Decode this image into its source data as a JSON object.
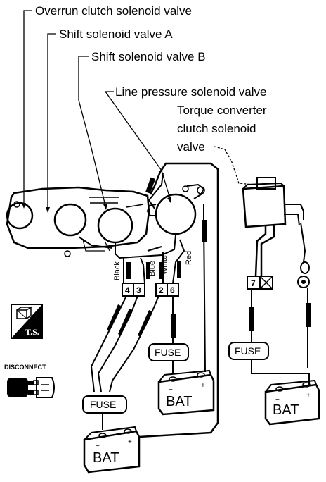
{
  "callouts": {
    "overrun": "Overrun clutch solenoid valve",
    "shift_a": "Shift solenoid valve A",
    "shift_b": "Shift solenoid valve B",
    "line_pressure": "Line pressure solenoid valve",
    "tcc_line1": "Torque converter",
    "tcc_line2": "clutch solenoid",
    "tcc_line3": "valve"
  },
  "wires": {
    "black": "Black",
    "blue": "Blue",
    "white": "White",
    "red": "Red"
  },
  "pins": {
    "p4": "4",
    "p3": "3",
    "p2": "2",
    "p6": "6",
    "p7": "7"
  },
  "fuse_label": "FUSE",
  "battery_label": "BAT",
  "ts_label": "T.S.",
  "disconnect_label": "DISCONNECT",
  "colors": {
    "ink": "#000000",
    "paper": "#ffffff"
  }
}
